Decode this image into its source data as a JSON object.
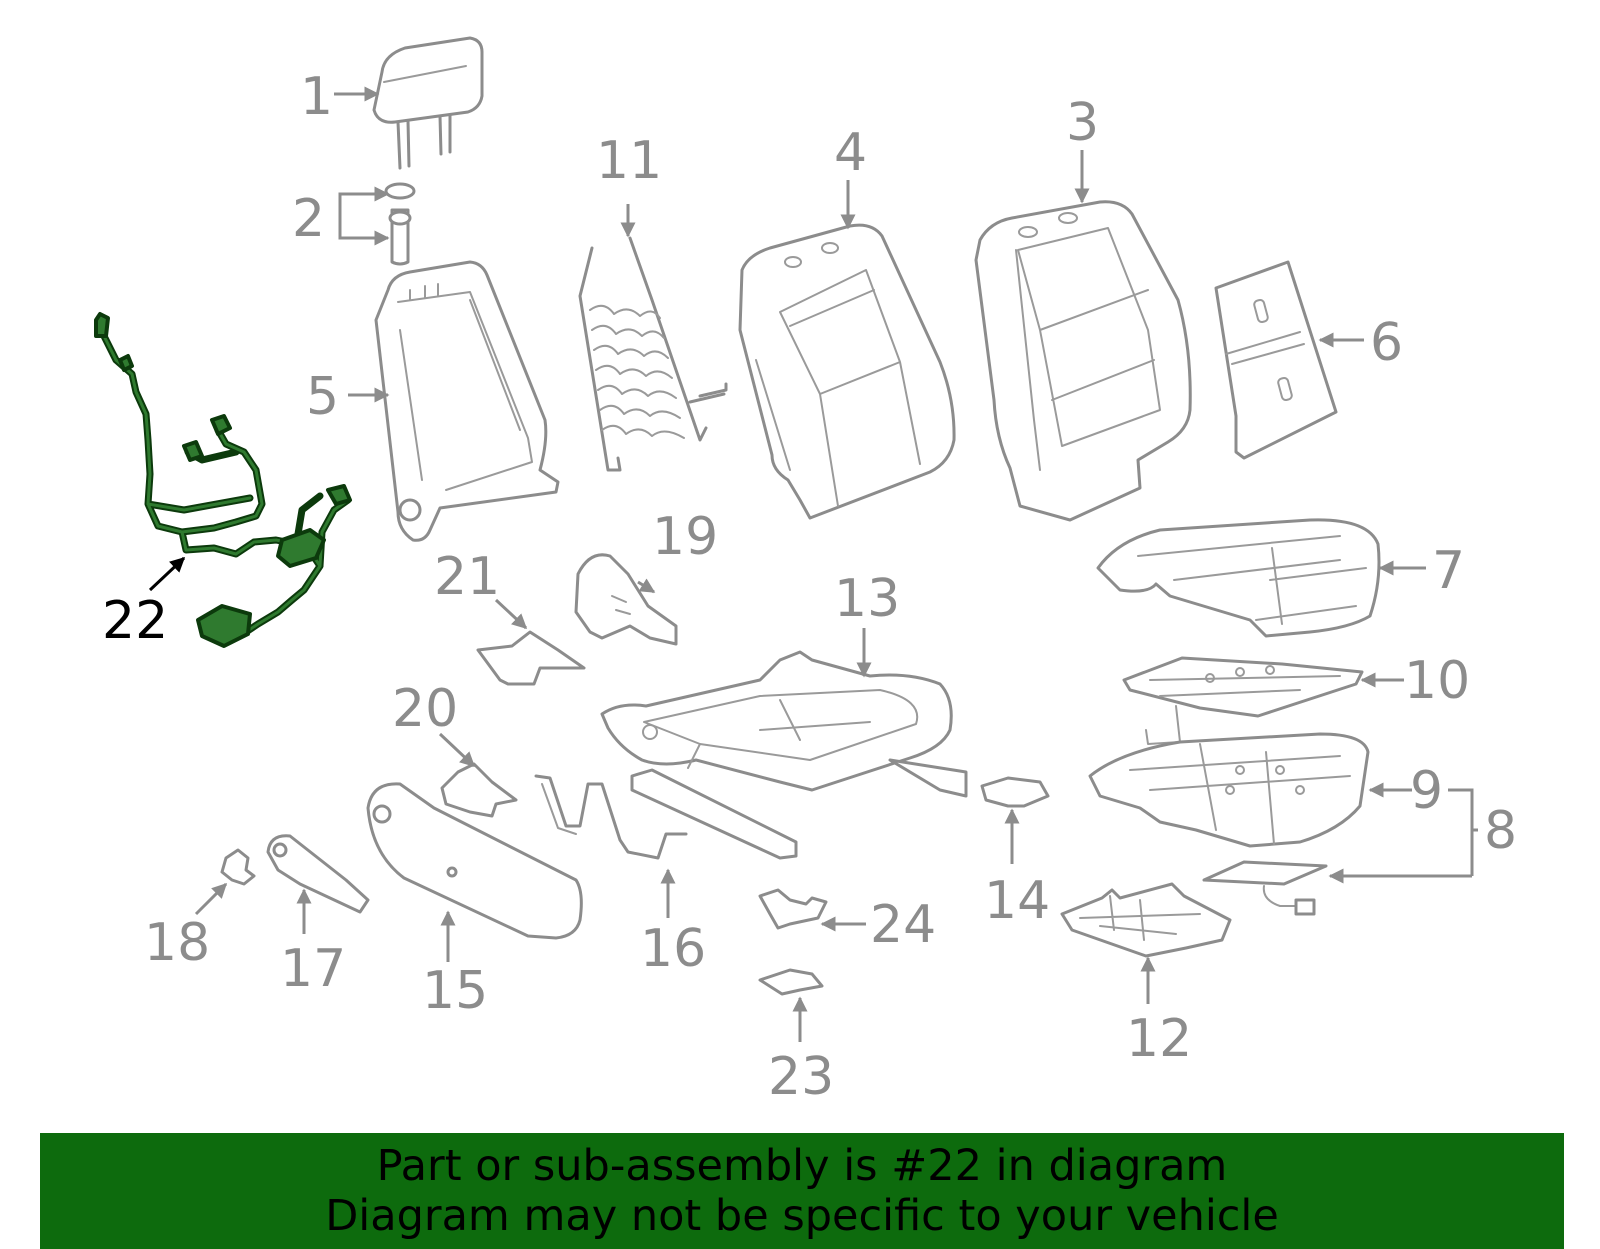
{
  "diagram": {
    "highlight_color": "#2f7a2f",
    "part_color": "#8c8c8c",
    "callouts": {
      "c1": "1",
      "c2": "2",
      "c3": "3",
      "c4": "4",
      "c5": "5",
      "c6": "6",
      "c7": "7",
      "c8": "8",
      "c9": "9",
      "c10": "10",
      "c11": "11",
      "c12": "12",
      "c13": "13",
      "c14": "14",
      "c15": "15",
      "c16": "16",
      "c17": "17",
      "c18": "18",
      "c19": "19",
      "c20": "20",
      "c21": "21",
      "c22": "22",
      "c23": "23",
      "c24": "24"
    }
  },
  "banner": {
    "line1": "Part or sub-assembly is #22 in diagram",
    "line2": "Diagram may not be specific to your vehicle",
    "background": "#0d6b0d"
  }
}
